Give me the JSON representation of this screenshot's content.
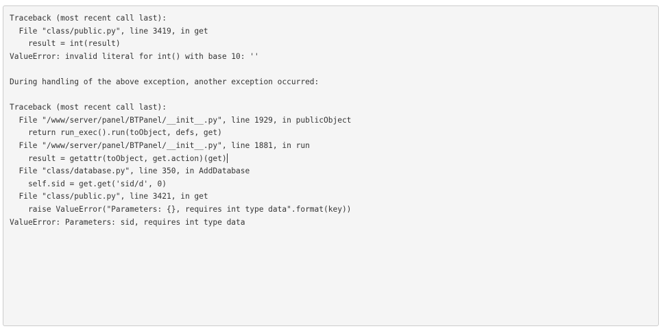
{
  "traceback": {
    "lines": [
      "Traceback (most recent call last):",
      "  File \"class/public.py\", line 3419, in get",
      "    result = int(result)",
      "ValueError: invalid literal for int() with base 10: ''",
      "",
      "During handling of the above exception, another exception occurred:",
      "",
      "Traceback (most recent call last):",
      "  File \"/www/server/panel/BTPanel/__init__.py\", line 1929, in publicObject",
      "    return run_exec().run(toObject, defs, get)",
      "  File \"/www/server/panel/BTPanel/__init__.py\", line 1881, in run",
      "    result = getattr(toObject, get.action)(get)",
      "  File \"class/database.py\", line 350, in AddDatabase",
      "    self.sid = get.get('sid/d', 0)",
      "  File \"class/public.py\", line 3421, in get",
      "    raise ValueError(\"Parameters: {}, requires int type data\".format(key))",
      "ValueError: Parameters: sid, requires int type data"
    ]
  }
}
